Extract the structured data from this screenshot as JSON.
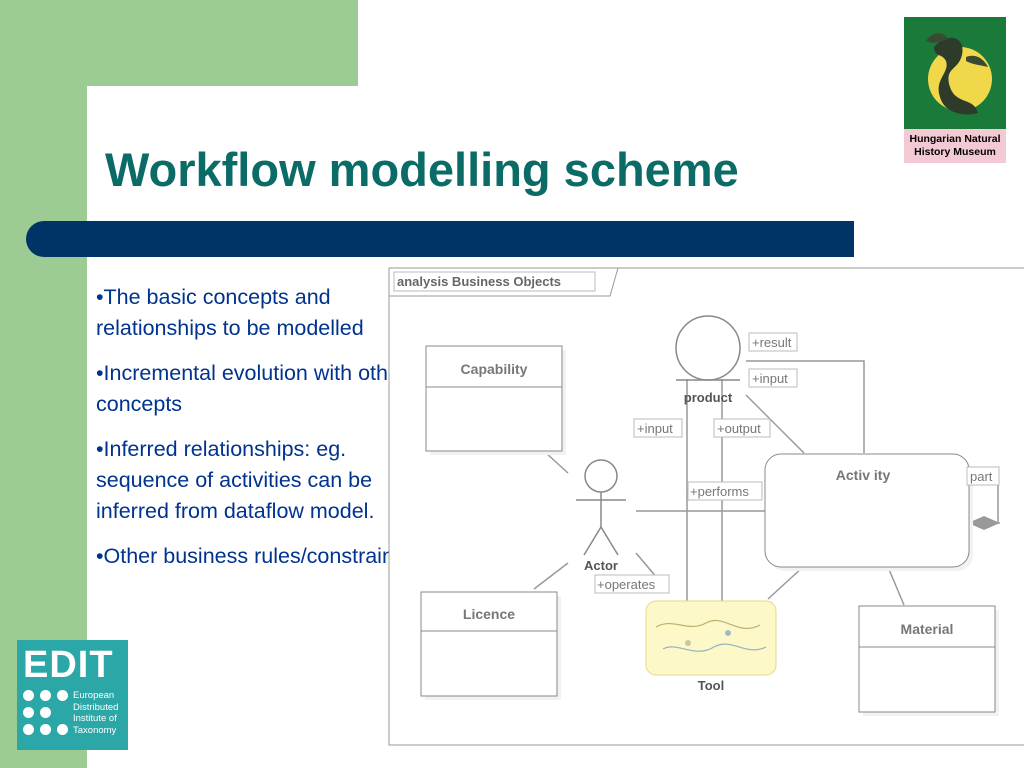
{
  "slide": {
    "title": "Workflow modelling scheme",
    "bullets": [
      "•The basic concepts and relationships to be modelled",
      "•Incremental evolution with other concepts",
      "•Inferred relationships: eg. sequence of activities can be inferred from dataflow model.",
      "•Other business rules/constraints"
    ]
  },
  "museum_logo": {
    "label_line1": "Hungarian Natural",
    "label_line2": "History Museum"
  },
  "edit_logo": {
    "title": "EDIT",
    "text_line1": "European",
    "text_line2": "Distributed",
    "text_line3": "Institute of",
    "text_line4": "Taxonomy"
  },
  "diagram": {
    "frame_label": "analysis Business Objects",
    "classes": {
      "capability": "Capability",
      "licence": "Licence",
      "material": "Material",
      "activity": "Activ ity"
    },
    "actors": {
      "product": "product",
      "actor": "Actor",
      "tool": "Tool"
    },
    "roles": {
      "result": "+result",
      "input_top": "+input",
      "input_left": "+input",
      "output": "+output",
      "performs": "+performs",
      "operates": "+operates",
      "part": "part"
    }
  },
  "colors": {
    "green": "#9ccc93",
    "navy": "#003366",
    "title": "#0b6b66",
    "bullet_text": "#00338f",
    "edit_teal": "#2ba7a7"
  }
}
